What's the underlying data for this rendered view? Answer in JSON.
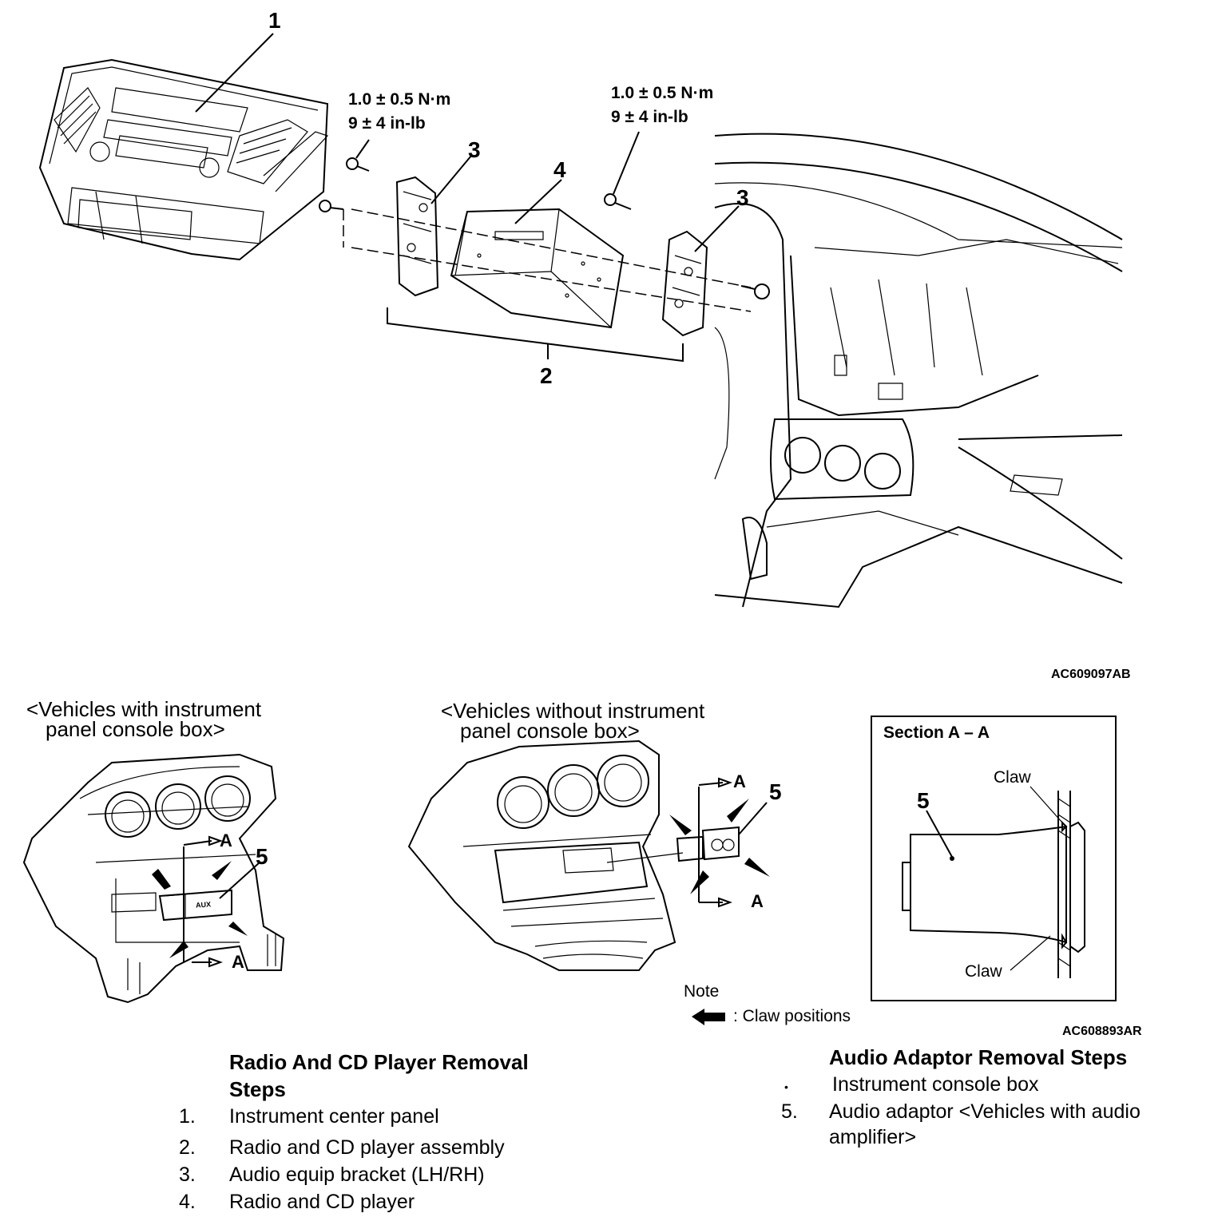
{
  "top_diagram": {
    "callouts": [
      "1",
      "2",
      "3",
      "3",
      "4"
    ],
    "torque_left": [
      "1.0 ± 0.5 N·m",
      "9 ± 4 in-lb"
    ],
    "torque_right": [
      "1.0 ± 0.5 N·m",
      "9 ± 4 in-lb"
    ],
    "figure_code": "AC609097AB"
  },
  "bottom_diagram": {
    "with_console_caption": [
      "<Vehicles with instrument",
      "panel console box>"
    ],
    "without_console_caption": [
      "<Vehicles without instrument",
      "panel console box>"
    ],
    "section_title": "Section A – A",
    "section_labels": {
      "claw_top": "Claw",
      "claw_bottom": "Claw",
      "part": "5"
    },
    "callout_5": "5",
    "section_marker": "A",
    "aux_label": "AUX",
    "note_label": "Note",
    "legend_text": ": Claw positions",
    "figure_code": "AC608893AR"
  },
  "radio_steps": {
    "title": "Radio And CD Player Removal Steps",
    "items": [
      {
        "num": "1.",
        "text": "Instrument center panel"
      },
      {
        "num": "2.",
        "text": "Radio and CD player assembly"
      },
      {
        "num": "3.",
        "text": "Audio equip bracket (LH/RH)"
      },
      {
        "num": "4.",
        "text": "Radio and CD player"
      }
    ]
  },
  "adaptor_steps": {
    "title": "Audio Adaptor Removal Steps",
    "items": [
      {
        "num": "•",
        "text": "Instrument console box"
      },
      {
        "num": "5.",
        "text": "Audio adaptor <Vehicles with audio"
      },
      {
        "num": "",
        "text": "amplifier>"
      }
    ]
  }
}
